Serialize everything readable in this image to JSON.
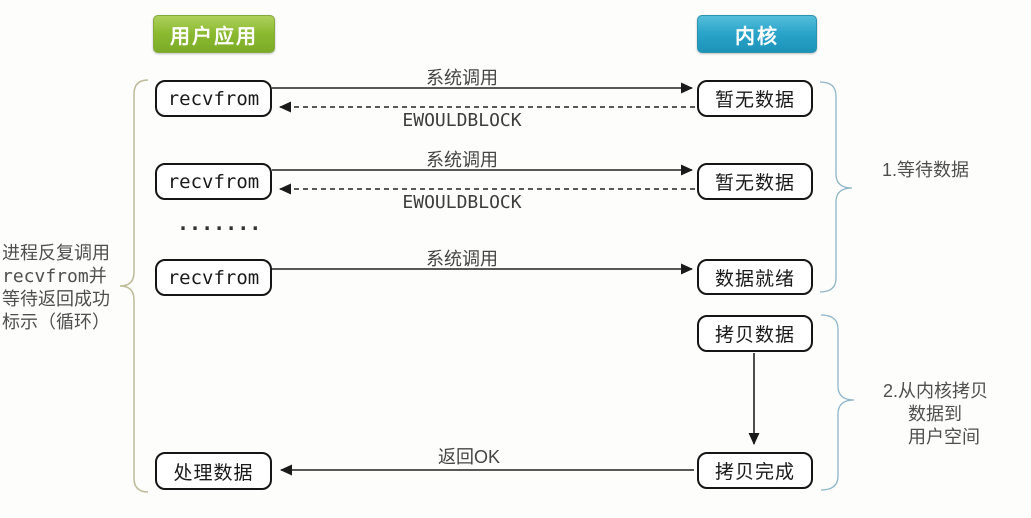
{
  "headers": {
    "user_app": "用户应用",
    "kernel": "内核"
  },
  "nodes": {
    "recvfrom1": "recvfrom",
    "recvfrom2": "recvfrom",
    "recvfrom3": "recvfrom",
    "process_data": "处理数据",
    "no_data1": "暂无数据",
    "no_data2": "暂无数据",
    "data_ready": "数据就绪",
    "copy_data": "拷贝数据",
    "copy_done": "拷贝完成"
  },
  "dots": ".......",
  "arrow_labels": {
    "syscall1": "系统调用",
    "ewouldblock1": "EWOULDBLOCK",
    "syscall2": "系统调用",
    "ewouldblock2": "EWOULDBLOCK",
    "syscall3": "系统调用",
    "return_ok": "返回OK"
  },
  "left_note": {
    "lines": [
      "进程反复调用",
      "recvfrom并",
      "等待返回成功",
      "标示（循环）"
    ]
  },
  "annotations": {
    "stage1": "1.等待数据",
    "stage2": {
      "lines": [
        "2.从内核拷贝",
        "数据到",
        "用户空间"
      ]
    }
  },
  "colors": {
    "user_app_green": "#8bba30",
    "kernel_blue": "#2aa4c9",
    "left_brace": "#bdbb98",
    "right_brace": "#8fb6ca",
    "node_border": "#151515",
    "note_text": "#4f4f4f"
  }
}
